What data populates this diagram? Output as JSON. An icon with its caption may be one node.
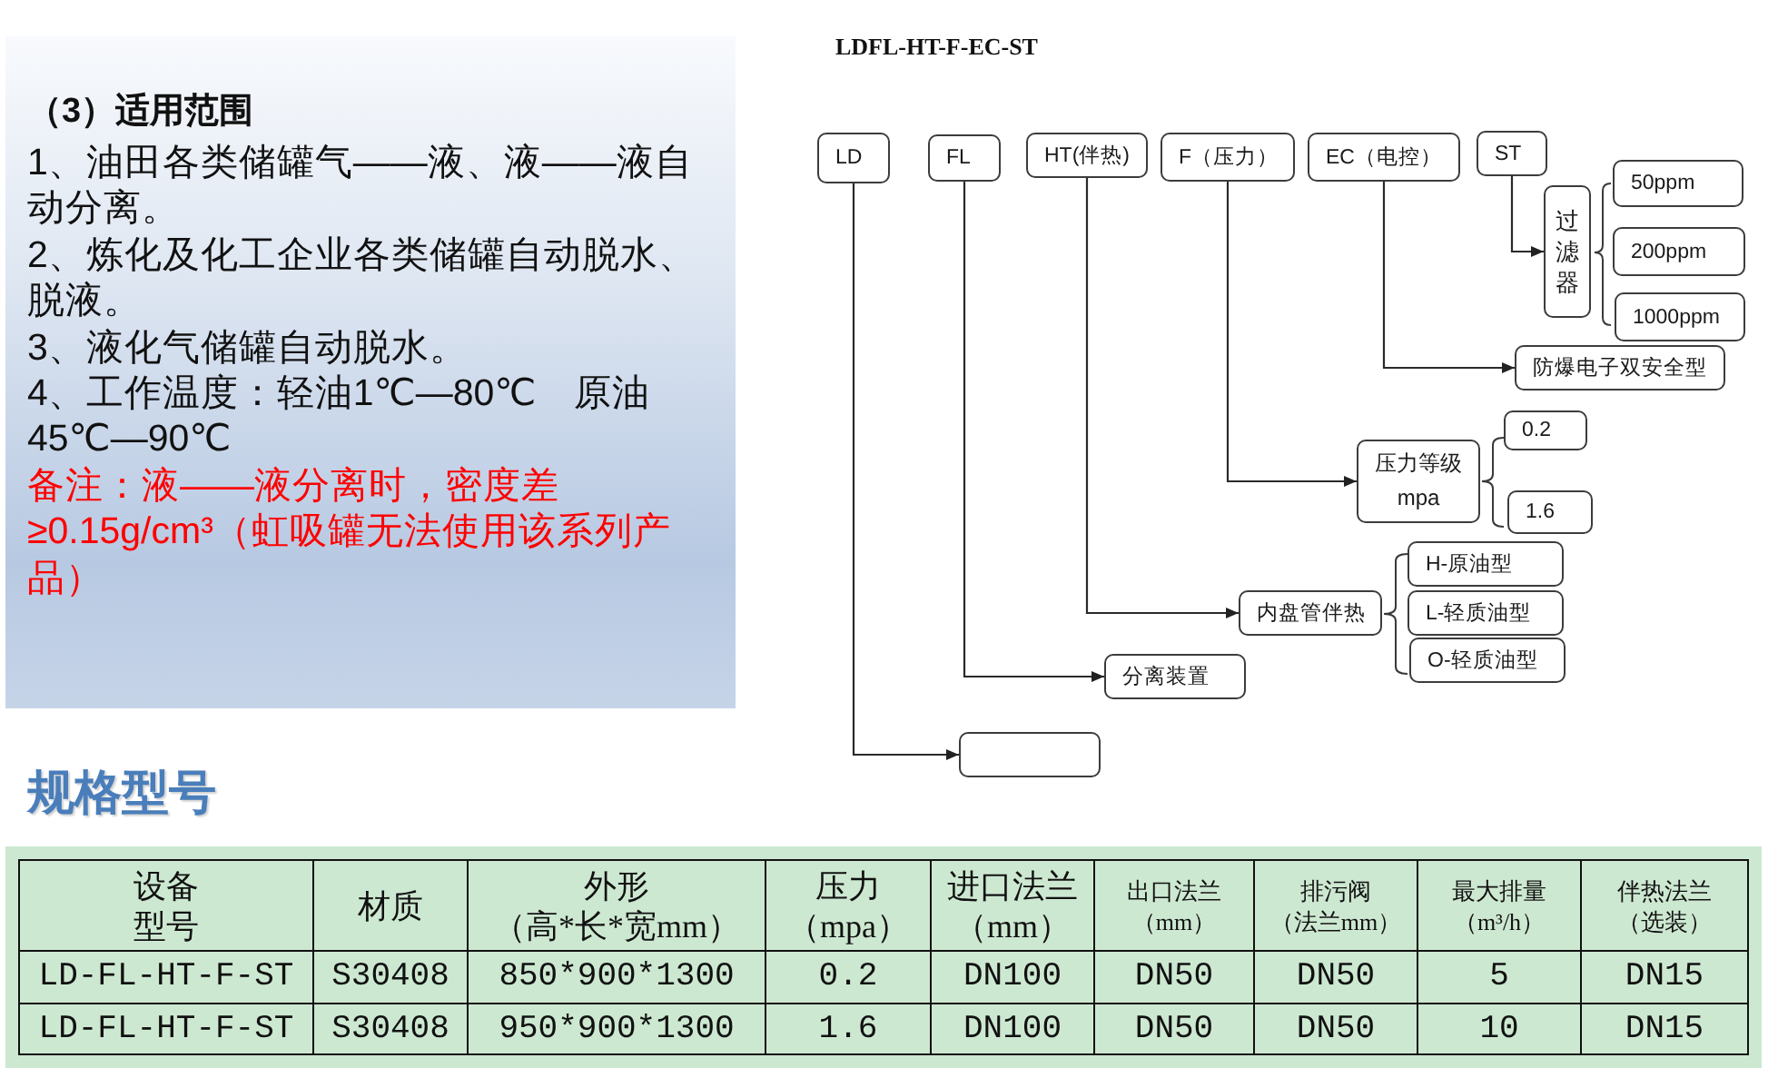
{
  "diagram": {
    "title": "LDFL-HT-F-EC-ST",
    "nodes": [
      {
        "text": [
          "（3）适用范围",
          "1、油田各类储罐气——液、液——液自动分离。",
          "2、炼化及化工企业各类储罐自动脱水、脱液。",
          "3、液化气储罐自动脱水。",
          "4、工作温度：轻油1℃—80℃　原油45℃—90℃",
          "备注：液——液分离时，密度差≥0.15g/cm³（虹吸罐无法使用该系列产品）"
        ]
      },
      {
        "text": [
          "LD"
        ]
      },
      {
        "text": [
          "FL"
        ]
      },
      {
        "text": [
          "HT(伴热)"
        ]
      },
      {
        "text": [
          "F（压力）"
        ]
      },
      {
        "text": [
          "EC（电控）"
        ]
      },
      {
        "text": [
          "ST"
        ]
      },
      {
        "text": [
          "过滤器"
        ]
      },
      {
        "text": [
          "50ppm"
        ]
      },
      {
        "text": [
          "200ppm"
        ]
      },
      {
        "text": [
          "1000ppm"
        ]
      },
      {
        "text": [
          "防爆电子双安全型"
        ]
      },
      {
        "text": [
          "压力等级 mpa"
        ]
      },
      {
        "text": [
          "0.2"
        ]
      },
      {
        "text": [
          "1.6"
        ]
      },
      {
        "text": [
          "内盘管伴热"
        ]
      },
      {
        "text": [
          "H-原油型"
        ]
      },
      {
        "text": [
          "L-轻质油型"
        ]
      },
      {
        "text": [
          "O-轻质油型"
        ]
      },
      {
        "text": [
          "分离装置"
        ]
      },
      {
        "text": [],
        "shape": "box"
      }
    ],
    "edges": [
      {
        "from": 1,
        "to": 20,
        "arrow": "to"
      },
      {
        "from": 2,
        "to": 19,
        "arrow": "to"
      },
      {
        "from": 3,
        "to": 15,
        "arrow": "to"
      },
      {
        "from": 4,
        "to": 12,
        "arrow": "to"
      },
      {
        "from": 5,
        "to": 11,
        "arrow": "to"
      },
      {
        "from": 6,
        "to": 7,
        "arrow": "to"
      }
    ],
    "labels": [
      "规格型号",
      "设备型号",
      "材质",
      "外形（高*长*宽mm）",
      "压力（mpa）",
      "进口法兰（mm）",
      "出口法兰（mm）",
      "排污阀（法兰mm）",
      "最大排量（m³/h）",
      "伴热法兰（选装）",
      "LD-FL-HT-F-ST",
      "S30408",
      "850*900*1300",
      "0.2",
      "DN100",
      "DN50",
      "DN50",
      "5",
      "DN15",
      "LD-FL-HT-F-ST",
      "S30408",
      "950*900*1300",
      "1.6",
      "DN100",
      "DN50",
      "DN50",
      "10",
      "DN15"
    ]
  }
}
